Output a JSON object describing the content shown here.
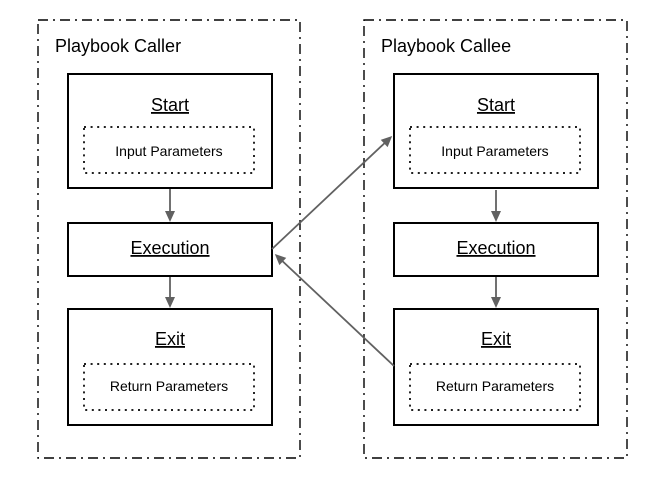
{
  "caller": {
    "title": "Playbook Caller",
    "start_title": "Start",
    "input_label": "Input Parameters",
    "execution_title": "Execution",
    "exit_title": "Exit",
    "return_label": "Return Parameters"
  },
  "callee": {
    "title": "Playbook Callee",
    "start_title": "Start",
    "input_label": "Input Parameters",
    "execution_title": "Execution",
    "exit_title": "Exit",
    "return_label": "Return Parameters"
  },
  "colors": {
    "box_border": "#000000",
    "arrow": "#616161",
    "background": "#ffffff"
  }
}
